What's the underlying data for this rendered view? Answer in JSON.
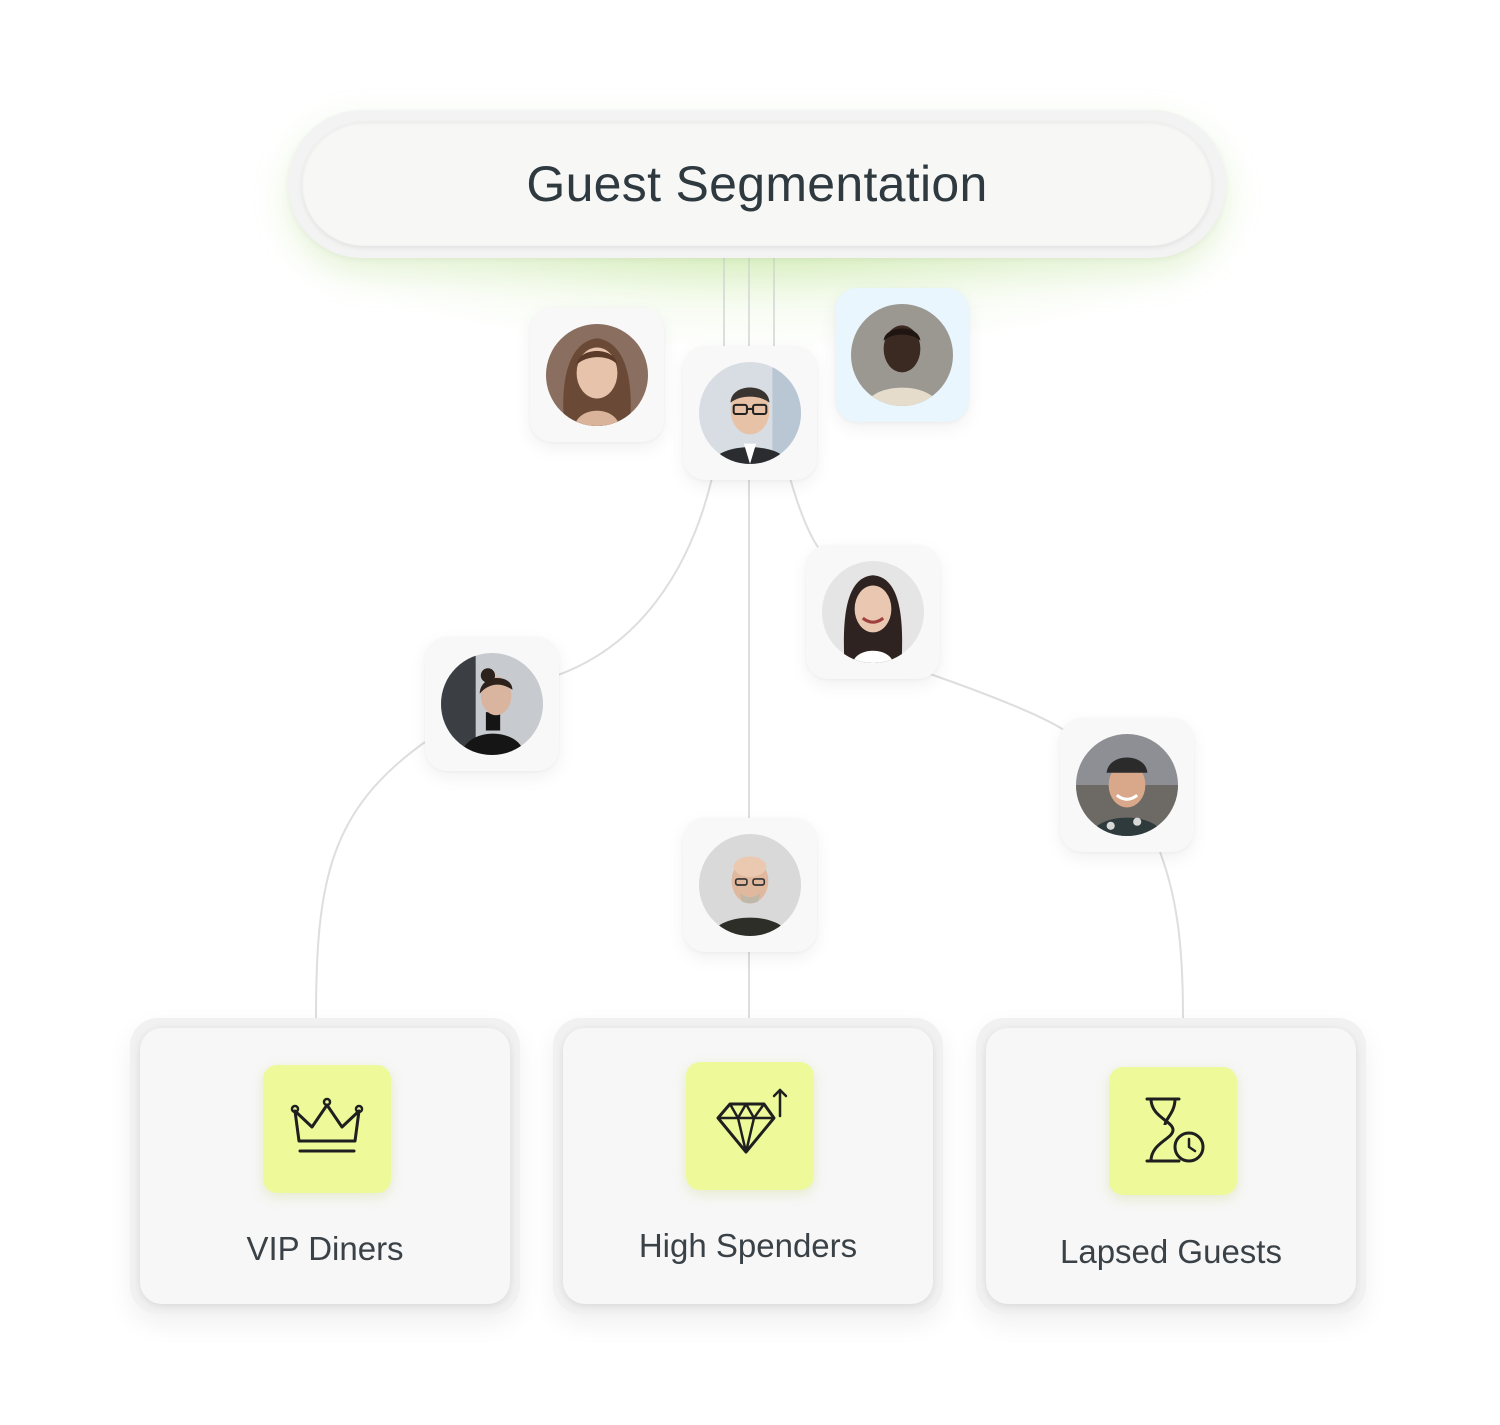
{
  "diagram": {
    "title": "Guest Segmentation",
    "colors": {
      "accent_tile": "#eefa99",
      "connector": "#dcdfdc",
      "text": "#2f3a40",
      "card": "#f7f7f7"
    },
    "guests": [
      {
        "id": "guest-woman-long-hair",
        "tint": "plain"
      },
      {
        "id": "guest-man-glasses",
        "tint": "plain"
      },
      {
        "id": "guest-man-dark",
        "tint": "blue"
      },
      {
        "id": "guest-woman-smiling",
        "tint": "plain"
      },
      {
        "id": "guest-woman-black-top",
        "tint": "plain"
      },
      {
        "id": "guest-man-cap",
        "tint": "plain"
      },
      {
        "id": "guest-man-bald",
        "tint": "plain"
      }
    ],
    "segments": [
      {
        "label": "VIP Diners",
        "icon": "crown-icon"
      },
      {
        "label": "High Spenders",
        "icon": "diamond-up-icon"
      },
      {
        "label": "Lapsed Guests",
        "icon": "hourglass-clock-icon"
      }
    ]
  }
}
